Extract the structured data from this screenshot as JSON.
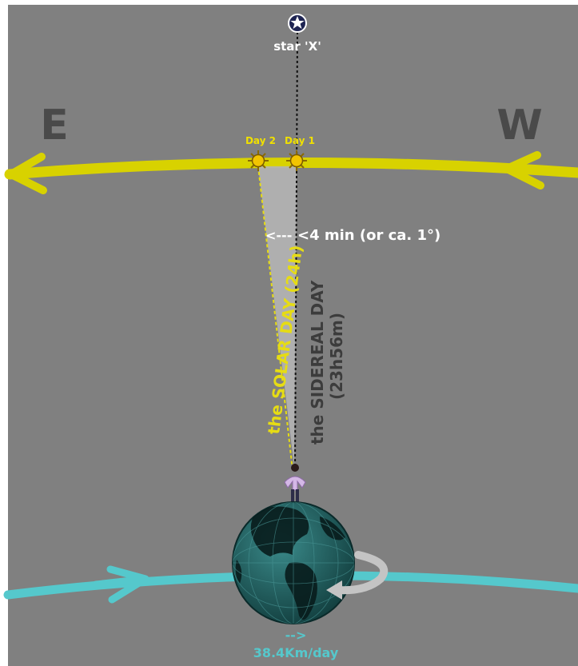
{
  "labels": {
    "star": "star 'X'",
    "east": "E",
    "west": "W",
    "day2": "Day 2",
    "day1": "Day 1",
    "difference": "<4 min (or ca. 1°)",
    "difference_arrow": "<---",
    "solar_day": "the SOLAR DAY (24h)",
    "sidereal_day_line1": "the SIDEREAL DAY",
    "sidereal_day_line2": "(23h56m)",
    "orbit_arrow": "-->",
    "orbit_speed": "38.4Km/day"
  },
  "colors": {
    "background": "#808080",
    "sun_path": "#d8d200",
    "orbit": "#55c8cc",
    "solar_label": "#e6dc14",
    "sidereal_label": "#3c3c3c",
    "direction_letters": "#4a4a4a",
    "wedge": "#b4b4b4",
    "globe": "#1f5a5a"
  },
  "icons": {
    "star": "star-icon",
    "sun": "sun-icon",
    "globe": "earth-globe-icon",
    "person": "observer-person-icon",
    "rotation": "rotation-arrow-icon"
  }
}
